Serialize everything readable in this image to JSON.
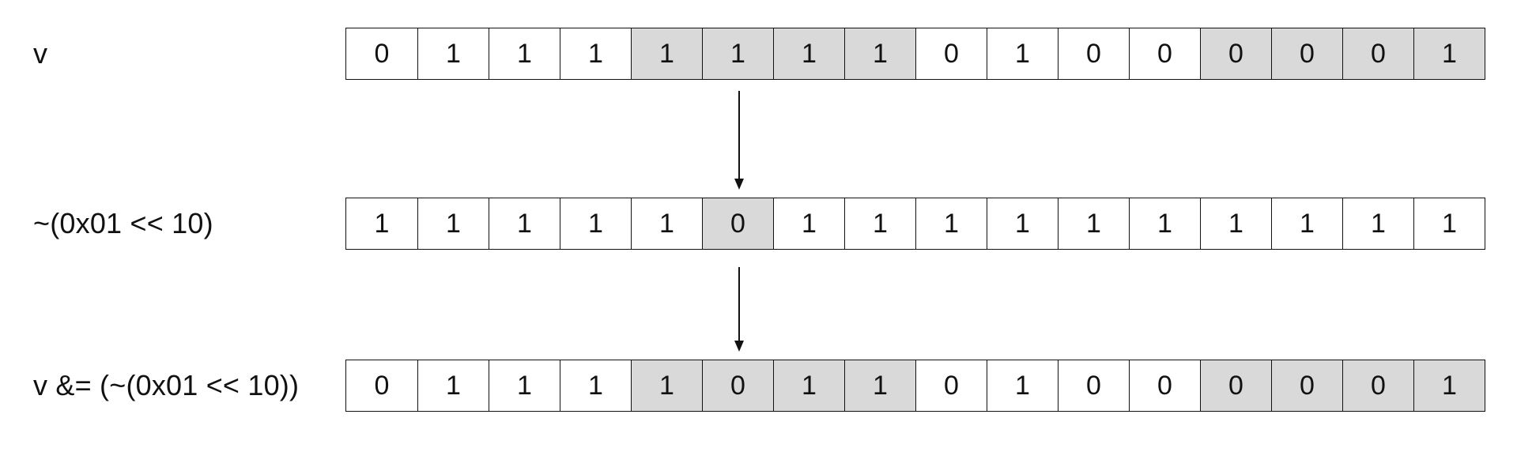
{
  "rows": [
    {
      "label": "v",
      "bits": [
        "0",
        "1",
        "1",
        "1",
        "1",
        "1",
        "1",
        "1",
        "0",
        "1",
        "0",
        "0",
        "0",
        "0",
        "0",
        "1"
      ],
      "highlight": [
        4,
        5,
        6,
        7,
        12,
        13,
        14,
        15
      ]
    },
    {
      "label": "~(0x01 << 10)",
      "bits": [
        "1",
        "1",
        "1",
        "1",
        "1",
        "0",
        "1",
        "1",
        "1",
        "1",
        "1",
        "1",
        "1",
        "1",
        "1",
        "1"
      ],
      "highlight": [
        5
      ]
    },
    {
      "label": "v &= (~(0x01 << 10))",
      "bits": [
        "0",
        "1",
        "1",
        "1",
        "1",
        "0",
        "1",
        "1",
        "0",
        "1",
        "0",
        "0",
        "0",
        "0",
        "0",
        "1"
      ],
      "highlight": [
        4,
        5,
        6,
        7,
        12,
        13,
        14,
        15
      ]
    }
  ],
  "colors": {
    "highlight": "#d9d9d9",
    "cell": "#ffffff",
    "stroke": "#111111"
  }
}
